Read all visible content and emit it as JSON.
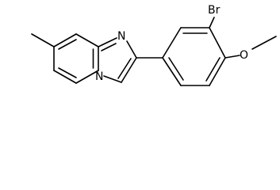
{
  "molecule": {
    "atoms": {
      "n_ring": "N",
      "n_bridge": "N",
      "bromine": "Br",
      "oxygen": "O"
    }
  },
  "colors": {
    "bond": "#000000",
    "label": "#000000",
    "background": "#ffffff"
  }
}
